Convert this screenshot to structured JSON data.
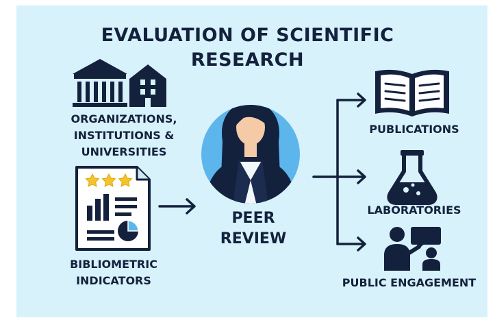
{
  "title_line1": "EVALUATION OF SCIENTIFIC",
  "title_line2": "RESEARCH",
  "organizations_line1": "ORGANIZATIONS,",
  "organizations_line2": "INSTITUTIONS &",
  "organizations_line3": "UNIVERSITIES",
  "bibliometric_line1": "BIBLIOMETRIC",
  "bibliometric_line2": "INDICATORS",
  "peer_review_line1": "PEER",
  "peer_review_line2": "REVIEW",
  "publications": "PUBLICATIONS",
  "laboratories": "LABORATORIES",
  "public_engagement": "PUBLIC ENGAGEMENT",
  "colors": {
    "navy": "#14213d",
    "background": "#d7f2fb",
    "star": "#f4c430",
    "avatar_circle": "#5cb6ec",
    "skin": "#f5cba7"
  },
  "icons": [
    "institution-columns-icon",
    "building-icon",
    "report-document-icon",
    "person-avatar-icon",
    "open-book-icon",
    "flask-icon",
    "speaker-chat-icon"
  ]
}
